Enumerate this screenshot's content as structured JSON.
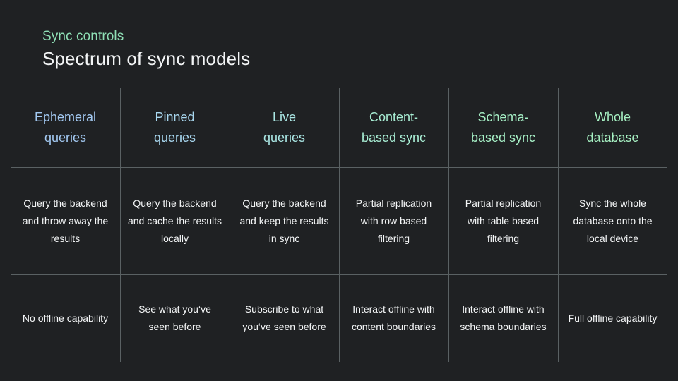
{
  "slide": {
    "background_color": "#1f2123",
    "eyebrow": "Sync controls",
    "eyebrow_color": "#8fe0b6",
    "title": "Spectrum of sync models",
    "title_color": "#f2f4f5",
    "rule_color": "#5a6163"
  },
  "matrix": {
    "columns": [
      {
        "header": "Ephemeral\nqueries",
        "header_line1": "Ephemeral",
        "header_line2": "queries",
        "header_color": "#a3c9f2",
        "description": "Query the backend and throw away the results",
        "offline": "No offline capability"
      },
      {
        "header": "Pinned\nqueries",
        "header_line1": "Pinned",
        "header_line2": "queries",
        "header_color": "#a9d8f0",
        "description": "Query the backend and cache the results locally",
        "offline": "See what you‘ve seen before"
      },
      {
        "header": "Live\nqueries",
        "header_line1": "Live",
        "header_line2": "queries",
        "header_color": "#aae7e4",
        "description": "Query the backend and keep the results in sync",
        "offline": "Subscribe to what you‘ve seen before"
      },
      {
        "header": "Content-\nbased sync",
        "header_line1": "Content-",
        "header_line2": "based sync",
        "header_color": "#a8eed4",
        "description": "Partial replication with row based filtering",
        "offline": "Interact offline with content boundaries"
      },
      {
        "header": "Schema-\nbased sync",
        "header_line1": "Schema-",
        "header_line2": "based sync",
        "header_color": "#a6f0c6",
        "description": "Partial replication with table based filtering",
        "offline": "Interact offline with schema boundaries"
      },
      {
        "header": "Whole\ndatabase",
        "header_line1": "Whole",
        "header_line2": "database",
        "header_color": "#a6f0c2",
        "description": "Sync the whole database onto the local device",
        "offline": "Full offline capability"
      }
    ]
  }
}
